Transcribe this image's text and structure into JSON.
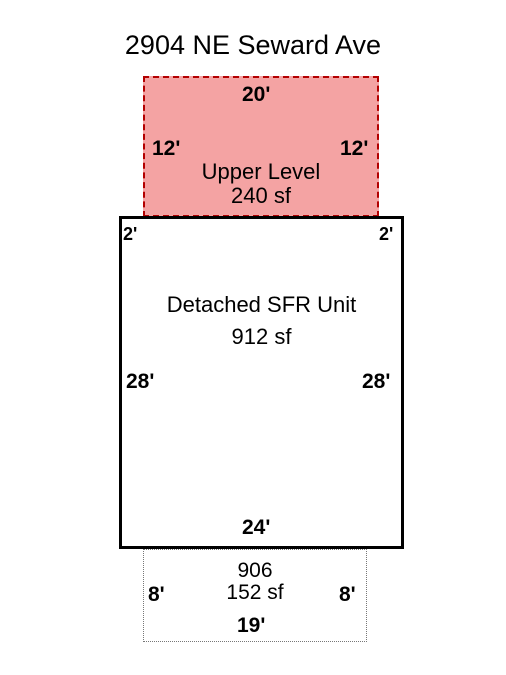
{
  "title": "2904 NE Seward Ave",
  "colors": {
    "upper_fill": "#f4a3a3",
    "upper_border": "#b30000"
  },
  "upper": {
    "name": "Upper Level",
    "area": "240 sf",
    "top_dim": "20'",
    "left_dim": "12'",
    "right_dim": "12'"
  },
  "main": {
    "name": "Detached SFR Unit",
    "area": "912 sf",
    "left_dim": "28'",
    "right_dim": "28'",
    "bottom_dim": "24'",
    "offset_left": "2'",
    "offset_right": "2'"
  },
  "lower": {
    "name": "906",
    "area": "152 sf",
    "left_dim": "8'",
    "right_dim": "8'",
    "bottom_dim": "19'"
  }
}
